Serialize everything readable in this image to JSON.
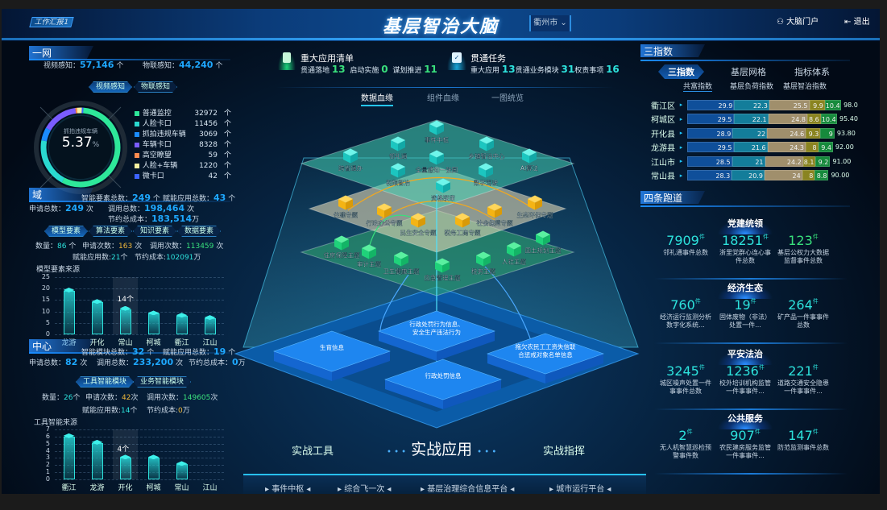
{
  "header": {
    "title": "基层智治大脑",
    "city": "衢州市",
    "work_tab": "工作汇报1",
    "portal": "大脑门户",
    "logout": "退出"
  },
  "left": {
    "net": {
      "title": "一网",
      "video_label": "视频感知：",
      "video_value": "57,146",
      "video_unit": "个",
      "iot_label": "物联感知：",
      "iot_value": "44,240",
      "iot_unit": "个",
      "tabs": [
        "视频感知",
        "物联感知"
      ],
      "donut": {
        "label": "抓拍违规车辆",
        "value": "5.37",
        "unit": "%"
      },
      "legend": [
        {
          "name": "普通监控",
          "value": 32972,
          "unit": "个",
          "color": "#2ee89a"
        },
        {
          "name": "人脸卡口",
          "value": 11456,
          "unit": "个",
          "color": "#2ad9d0"
        },
        {
          "name": "抓拍违规车辆",
          "value": 3069,
          "unit": "个",
          "color": "#1b8cff"
        },
        {
          "name": "车辆卡口",
          "value": 8328,
          "unit": "个",
          "color": "#7a5cff"
        },
        {
          "name": "高空瞭望",
          "value": 59,
          "unit": "个",
          "color": "#ff8c50"
        },
        {
          "name": "人脸+车辆",
          "value": 1220,
          "unit": "个",
          "color": "#f5f0a0"
        },
        {
          "name": "微卡口",
          "value": 42,
          "unit": "个",
          "color": "#3d63ff"
        }
      ]
    },
    "domain": {
      "title": "域",
      "s1_label": "智能要素总数：",
      "s1_value": "249",
      "s1_unit": "个",
      "s2_label": "赋能应用总数：",
      "s2_value": "43",
      "s2_unit": "个",
      "s3_label": "申请总数：",
      "s3_value": "249",
      "s3_unit": "次",
      "s4_label": "调用总数：",
      "s4_value": "198,464",
      "s4_unit": "次",
      "s5_label": "节约总成本：",
      "s5_value": "183,514",
      "s5_unit": "万",
      "tabs": [
        "模型要素",
        "算法要素",
        "知识要素",
        "数据要素"
      ],
      "d1_label": "数量：",
      "d1_value": "86",
      "d1_unit": "个",
      "d2_label": "申请次数：",
      "d2_value": "163",
      "d2_unit": "次",
      "d3_label": "调用次数：",
      "d3_value": "113459",
      "d3_unit": "次",
      "d4_label": "赋能应用数:",
      "d4_value": "21",
      "d4_unit": "个",
      "d5_label": "节约成本:",
      "d5_value": "102091",
      "d5_unit": "万"
    },
    "center": {
      "title": "中心",
      "s1_label": "智能模块总数：",
      "s1_value": "32",
      "s1_unit": "个",
      "s2_label": "赋能应用总数：",
      "s2_value": "19",
      "s2_unit": "个",
      "s3_label": "申请总数：",
      "s3_value": "82",
      "s3_unit": "次",
      "s4_label": "调用总数：",
      "s4_value": "233,200",
      "s4_unit": "次",
      "s5_label": "节约总成本：",
      "s5_value": "0",
      "s5_unit": "万",
      "tabs": [
        "工具智能模块",
        "业务智能模块"
      ],
      "d1_label": "数量：",
      "d1_value": "26",
      "d1_unit": "个",
      "d2_label": "申请次数：",
      "d2_value": "42",
      "d2_unit": "次",
      "d3_label": "调用次数：",
      "d3_value": "149605",
      "d3_unit": "次",
      "d4_label": "赋能应用数:",
      "d4_value": "14",
      "d4_unit": "个",
      "d5_label": "节约成本:",
      "d5_value": "0",
      "d5_unit": "万"
    }
  },
  "chart_data": [
    {
      "type": "bar",
      "title": "模型要素来源",
      "categories": [
        "龙游",
        "开化",
        "常山",
        "柯城",
        "衢江",
        "江山"
      ],
      "values": [
        19,
        14,
        11,
        9,
        8,
        7
      ],
      "ylim": [
        0,
        25
      ],
      "yticks": [
        "0",
        "5",
        "10",
        "15",
        "20",
        "25"
      ],
      "tooltip": {
        "index": 2,
        "text": "14个"
      }
    },
    {
      "type": "bar",
      "title": "工具智能来源",
      "categories": [
        "衢江",
        "龙游",
        "开化",
        "柯城",
        "常山",
        "江山"
      ],
      "values": [
        6,
        5.1,
        3,
        3,
        2.1,
        0
      ],
      "ylim": [
        0,
        7
      ],
      "yticks": [
        "0",
        "1",
        "2",
        "3",
        "4",
        "5",
        "6",
        "7"
      ],
      "tooltip": {
        "index": 2,
        "text": "4个"
      }
    },
    {
      "type": "bar",
      "title": "三指数",
      "stacked": true,
      "categories": [
        "衢江区",
        "柯城区",
        "开化县",
        "龙游县",
        "江山市",
        "常山县"
      ],
      "series": [
        {
          "values": [
            29.9,
            29.5,
            28.9,
            29.5,
            28.5,
            28.3
          ],
          "color": "#0f4f9a"
        },
        {
          "values": [
            22.3,
            22.1,
            22,
            21.6,
            21,
            20.9
          ],
          "color": "#137d9a"
        },
        {
          "values": [
            25.5,
            24.8,
            24.6,
            24.3,
            24.2,
            24
          ],
          "color": "#a08f6c"
        },
        {
          "values": [
            9.9,
            8.6,
            9.3,
            8,
            8.1,
            8
          ],
          "color": "#8a8420"
        },
        {
          "values": [
            10.4,
            10.4,
            9,
            9.4,
            9.2,
            8.8
          ],
          "color": "#168a3c"
        }
      ],
      "totals": [
        "98.0",
        "95.40",
        "93.80",
        "92.00",
        "91.00",
        "90.00"
      ]
    }
  ],
  "middle": {
    "apps": {
      "title": "重大应用清单",
      "items": [
        {
          "label": "贯通落地",
          "value": "13"
        },
        {
          "label": "启动实施",
          "value": "0"
        },
        {
          "label": "谋划推进",
          "value": "11"
        }
      ]
    },
    "tasks": {
      "title": "贯通任务",
      "items": [
        {
          "label": "重大应用",
          "value": "13"
        },
        {
          "label": "贯通业务模块",
          "value": "31"
        },
        {
          "label": "权责事项",
          "value": "16"
        }
      ]
    },
    "tabs": [
      "数据血缘",
      "组件血缘",
      "一图统览"
    ],
    "layer1": [
      "事件中枢",
      "邻礼通",
      "乡镇智治中心",
      "跨省通办",
      "全量感知一张图",
      "AI算法",
      "视频智治",
      "数字驾驶",
      "资格联审"
    ],
    "layer2": [
      "住建专题",
      "行政办公专题",
      "民生安全专题",
      "税务工商专题",
      "社会保障专题",
      "生态环保专题"
    ],
    "layer3": [
      "住房保障主题",
      "审计主题",
      "卫生健康主题",
      "应急管理主题",
      "税务主题",
      "人社主题",
      "国土规划主题"
    ],
    "slabs": [
      "行政处罚行为信息、安全生产违法行为",
      "生育信息",
      "拖欠农民工工资失信联合惩戒对象名单信息",
      "行政处罚信息"
    ],
    "modes": [
      "实战工具",
      "实战应用",
      "实战指挥"
    ],
    "nav": [
      "事件中枢",
      "综合飞一次",
      "基层治理综合信息平台",
      "城市运行平台"
    ]
  },
  "right": {
    "index": {
      "title": "三指数",
      "tabs": [
        "三指数",
        "基层网格",
        "指标体系"
      ],
      "subtabs": [
        "共富指数",
        "基层负荷指数",
        "基层智治指数"
      ]
    },
    "runways": {
      "title": "四条跑道",
      "unit": "件",
      "groups": [
        {
          "title": "党建统领",
          "items": [
            {
              "value": "7909",
              "desc": "邻礼通事件总数"
            },
            {
              "value": "18251",
              "desc": "浙里党群心连心事件总数"
            },
            {
              "value": "123",
              "desc": "基层公权力大数据监督事件总数",
              "green": true
            }
          ]
        },
        {
          "title": "经济生态",
          "items": [
            {
              "value": "760",
              "desc": "经济运行监测分析数字化系统..."
            },
            {
              "value": "19",
              "desc": "固体废物（非法）处置一件..."
            },
            {
              "value": "264",
              "desc": "矿产品一件事事件总数"
            }
          ]
        },
        {
          "title": "平安法治",
          "items": [
            {
              "value": "3245",
              "desc": "城区噪声处置一件事事件总数"
            },
            {
              "value": "1236",
              "desc": "校外培训机构监管一件事事件..."
            },
            {
              "value": "221",
              "desc": "道路交通安全隐患一件事事件..."
            }
          ]
        },
        {
          "title": "公共服务",
          "items": [
            {
              "value": "2",
              "desc": "无人机智慧巡检预警事件数"
            },
            {
              "value": "907",
              "desc": "农民建房服务监管一件事事件..."
            },
            {
              "value": "147",
              "desc": "防范监测事件总数"
            }
          ]
        }
      ]
    }
  }
}
